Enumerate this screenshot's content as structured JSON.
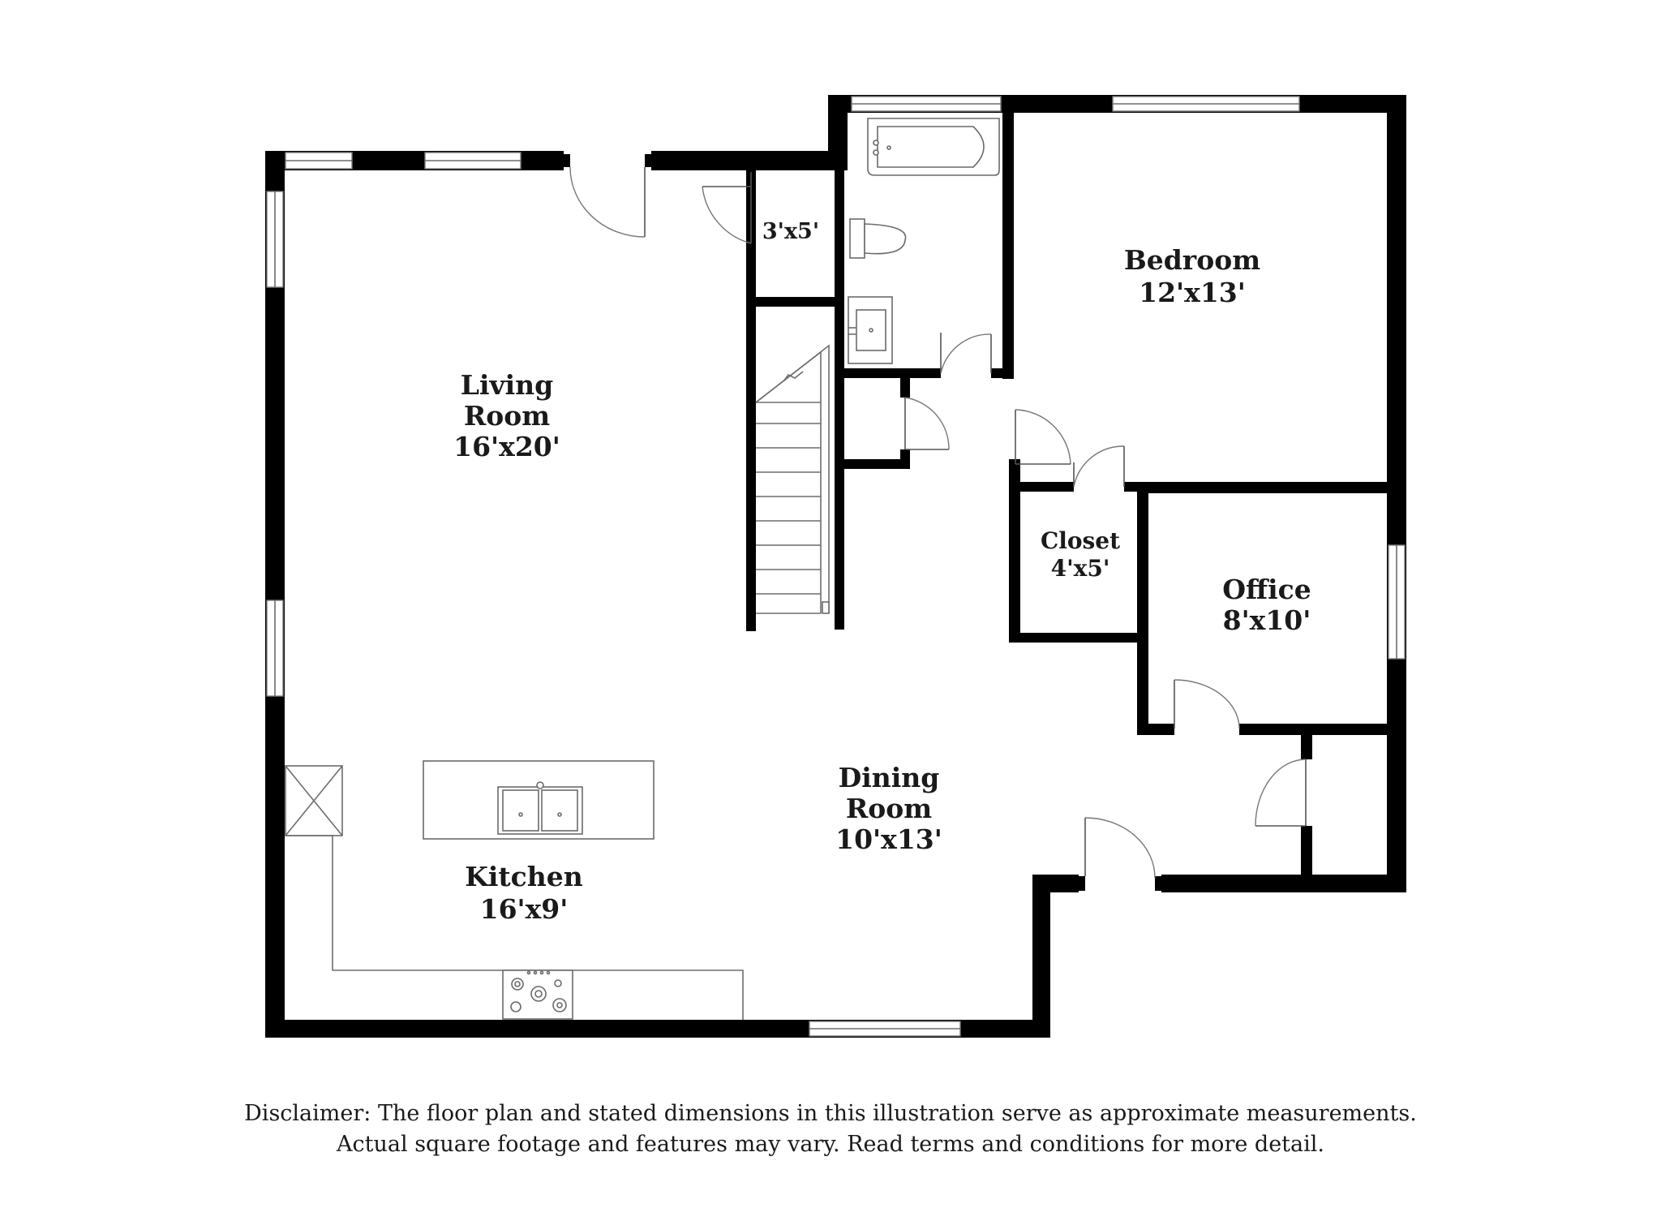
{
  "rooms": {
    "living_room": {
      "name_line1": "Living",
      "name_line2": "Room",
      "dims": "16'x20'"
    },
    "closet_small": {
      "dims": "3'x5'"
    },
    "bedroom": {
      "name": "Bedroom",
      "dims": "12'x13'"
    },
    "closet": {
      "name": "Closet",
      "dims": "4'x5'"
    },
    "office": {
      "name": "Office",
      "dims": "8'x10'"
    },
    "dining_room": {
      "name_line1": "Dining",
      "name_line2": "Room",
      "dims": "10'x13'"
    },
    "kitchen": {
      "name": "Kitchen",
      "dims": "16'x9'"
    }
  },
  "disclaimer": {
    "line1": "Disclaimer: The floor plan and stated dimensions in this illustration serve as approximate measurements.",
    "line2": "Actual square footage and features may vary. Read terms and conditions for more detail."
  },
  "colors": {
    "wall": "#000000",
    "background": "#ffffff",
    "fixture_line": "#6a6a6a"
  }
}
